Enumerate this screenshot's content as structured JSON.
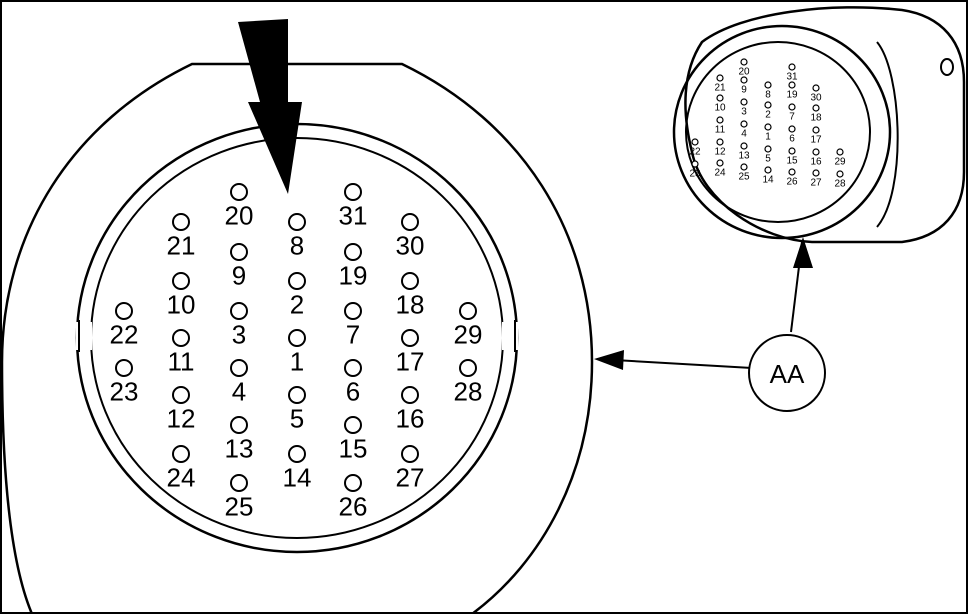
{
  "diagram": {
    "callout": "AA",
    "large_view_pins": [
      {
        "n": "20",
        "col": "c2",
        "row": "a"
      },
      {
        "n": "31",
        "col": "c4",
        "row": "a"
      },
      {
        "n": "21",
        "col": "c1",
        "row": "b"
      },
      {
        "n": "8",
        "col": "c3",
        "row": "b"
      },
      {
        "n": "30",
        "col": "c5",
        "row": "b"
      },
      {
        "n": "9",
        "col": "c2",
        "row": "c"
      },
      {
        "n": "19",
        "col": "c4",
        "row": "c"
      },
      {
        "n": "10",
        "col": "c1",
        "row": "d"
      },
      {
        "n": "2",
        "col": "c3",
        "row": "d"
      },
      {
        "n": "18",
        "col": "c5",
        "row": "d"
      },
      {
        "n": "22",
        "col": "c0",
        "row": "e"
      },
      {
        "n": "3",
        "col": "c2",
        "row": "e"
      },
      {
        "n": "7",
        "col": "c4",
        "row": "e"
      },
      {
        "n": "29",
        "col": "c6",
        "row": "e"
      },
      {
        "n": "11",
        "col": "c1",
        "row": "f"
      },
      {
        "n": "1",
        "col": "c3",
        "row": "f"
      },
      {
        "n": "17",
        "col": "c5",
        "row": "f"
      },
      {
        "n": "23",
        "col": "c0",
        "row": "g"
      },
      {
        "n": "4",
        "col": "c2",
        "row": "g"
      },
      {
        "n": "6",
        "col": "c4",
        "row": "g"
      },
      {
        "n": "28",
        "col": "c6",
        "row": "g"
      },
      {
        "n": "12",
        "col": "c1",
        "row": "h"
      },
      {
        "n": "5",
        "col": "c3",
        "row": "h"
      },
      {
        "n": "16",
        "col": "c5",
        "row": "h"
      },
      {
        "n": "13",
        "col": "c2",
        "row": "i"
      },
      {
        "n": "15",
        "col": "c4",
        "row": "i"
      },
      {
        "n": "24",
        "col": "c1",
        "row": "j"
      },
      {
        "n": "14",
        "col": "c3",
        "row": "j"
      },
      {
        "n": "27",
        "col": "c5",
        "row": "j"
      },
      {
        "n": "25",
        "col": "c2",
        "row": "k"
      },
      {
        "n": "26",
        "col": "c4",
        "row": "k"
      }
    ]
  }
}
